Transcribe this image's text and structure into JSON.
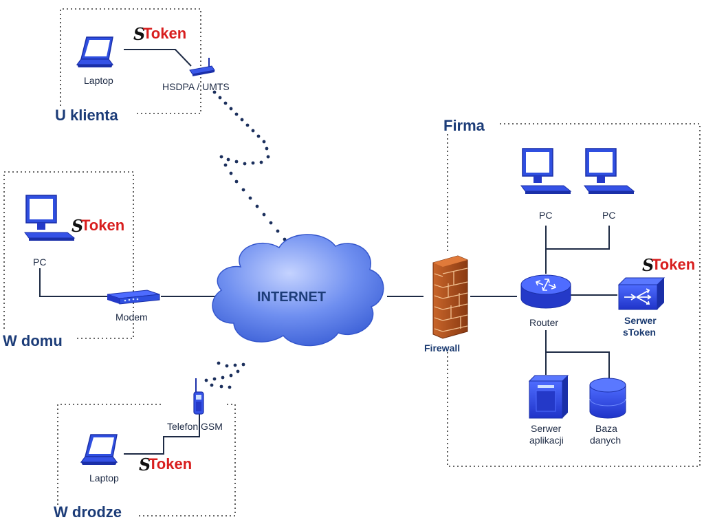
{
  "zones": {
    "client": "U klienta",
    "home": "W domu",
    "road": "W drodze",
    "company": "Firma"
  },
  "labels": {
    "client_laptop": "Laptop",
    "hsdpa": "HSDPA / UMTS",
    "home_pc": "PC",
    "modem": "Modem",
    "internet": "INTERNET",
    "gsm_phone": "Telefon GSM",
    "road_laptop": "Laptop",
    "firewall": "Firewall",
    "pc1": "PC",
    "pc2": "PC",
    "router": "Router",
    "token_server_line1": "Serwer",
    "token_server_line2": "sToken",
    "app_server_line1": "Serwer",
    "app_server_line2": "aplikacji",
    "database_line1": "Baza",
    "database_line2": "danych"
  },
  "logo": {
    "s": "S",
    "rest": "Token"
  },
  "colors": {
    "device_blue": "#2f4fe0",
    "device_dark": "#1a2fa8",
    "cloud": "#5c7fe0",
    "token_red": "#d81e1e",
    "zone_text": "#1c3c78"
  }
}
